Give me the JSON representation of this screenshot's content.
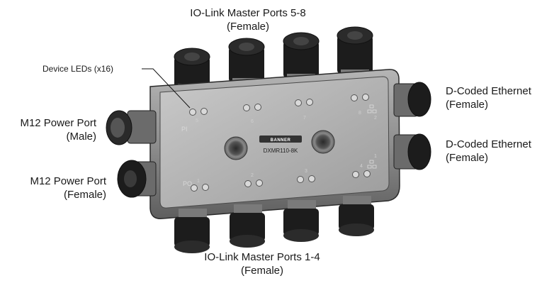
{
  "labels": {
    "top_ports": [
      "IO-Link Master Ports 5-8",
      "(Female)"
    ],
    "bottom_ports": [
      "IO-Link Master Ports 1-4",
      "(Female)"
    ],
    "device_leds": "Device LEDs (x16)",
    "power_male": [
      "M12 Power Port",
      "(Male)"
    ],
    "power_female": [
      "M12 Power Port",
      "(Female)"
    ],
    "ethernet_upper": [
      "D-Coded Ethernet",
      "(Female)"
    ],
    "ethernet_lower": [
      "D-Coded Ethernet",
      "(Female)"
    ]
  },
  "device": {
    "model": "DXMR110-8K",
    "brand": "BANNER",
    "port_numbers_top": [
      "5",
      "6",
      "7",
      "8"
    ],
    "port_numbers_bottom": [
      "1",
      "2",
      "3",
      "4"
    ],
    "power_in_label": "PI",
    "power_out_label": "PO",
    "ethernet_numbers": [
      "2",
      "1"
    ]
  },
  "colors": {
    "housing": "#9a9a9a",
    "housing_dark": "#5c5c5c",
    "panel": "#b8b8b8",
    "connector": "#1c1c1c",
    "led": "#d9d9d9"
  }
}
